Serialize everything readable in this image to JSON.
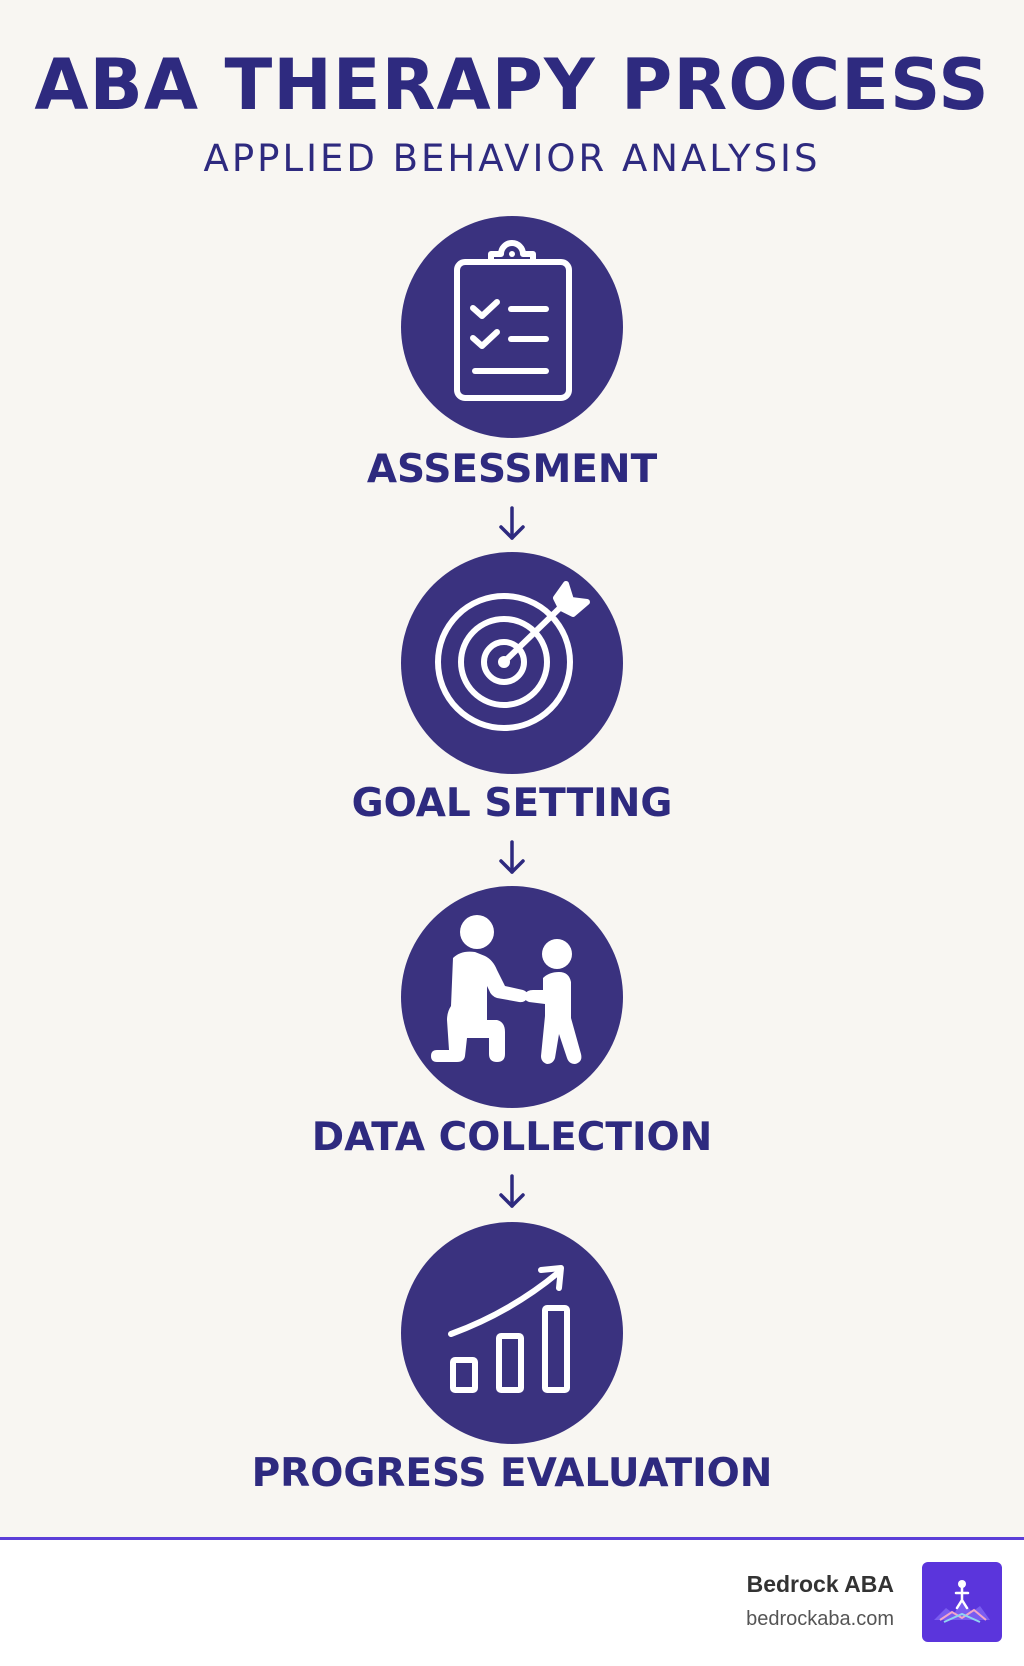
{
  "header": {
    "title": "ABA THERAPY PROCESS",
    "subtitle": "APPLIED BEHAVIOR ANALYSIS"
  },
  "steps": [
    {
      "label": "ASSESSMENT",
      "icon": "clipboard-checklist-icon"
    },
    {
      "label": "GOAL SETTING",
      "icon": "target-arrow-icon"
    },
    {
      "label": "DATA COLLECTION",
      "icon": "therapist-child-icon"
    },
    {
      "label": "PROGRESS EVALUATION",
      "icon": "bar-chart-growth-icon"
    }
  ],
  "footer": {
    "brand_name": "Bedrock ABA",
    "brand_url": "bedrockaba.com"
  },
  "colors": {
    "primary": "#2e2a7f",
    "circle": "#3a327f",
    "background": "#f8f6f2",
    "accent": "#5c3fd8"
  }
}
